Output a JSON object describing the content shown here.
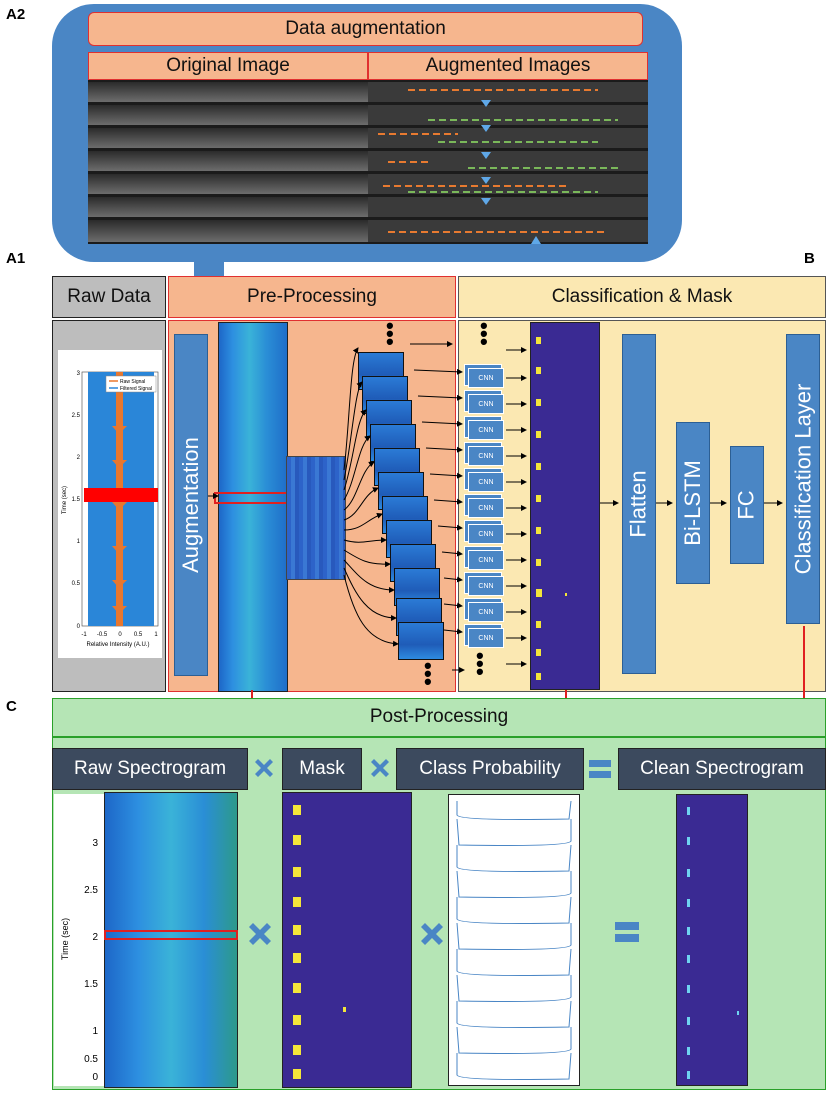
{
  "labels": {
    "a2": "A2",
    "a1": "A1",
    "b": "B",
    "c": "C"
  },
  "augmentation_panel": {
    "title": "Data augmentation",
    "original": "Original Image",
    "augmented": "Augmented Images"
  },
  "headers": {
    "raw_data": "Raw Data",
    "pre_processing": "Pre-Processing",
    "classification": "Classification & Mask",
    "post_processing": "Post-Processing"
  },
  "blocks": {
    "augmentation": "Augmentation",
    "flatten": "Flatten",
    "bilstm": "Bi-LSTM",
    "fc": "FC",
    "classification_layer": "Classification Layer",
    "cnn": "CNN"
  },
  "raw_plot": {
    "legend": [
      "Raw Signal",
      "Filtered Signal"
    ],
    "ylabel": "Time (sec)",
    "xlabel": "Relative Intensity (A.U.)",
    "yticks": [
      "3",
      "2.5",
      "2",
      "1.5",
      "1",
      "0.5",
      "0"
    ],
    "xticks": [
      "-1",
      "-0.5",
      "0",
      "0.5",
      "1"
    ]
  },
  "post": {
    "raw_spectrogram": "Raw Spectrogram",
    "mask": "Mask",
    "class_probability": "Class Probability",
    "clean_spectrogram": "Clean Spectrogram",
    "ylabel": "Time (sec)",
    "yticks": [
      "3",
      "2.5",
      "2",
      "1.5",
      "1",
      "0.5",
      "0"
    ]
  },
  "colors": {
    "blue": "#4a86c5",
    "orange": "#f6b68e",
    "yellow": "#fbe8b2",
    "green": "#b5e5b5",
    "dark": "#3c4a5e",
    "red": "#e02020"
  }
}
